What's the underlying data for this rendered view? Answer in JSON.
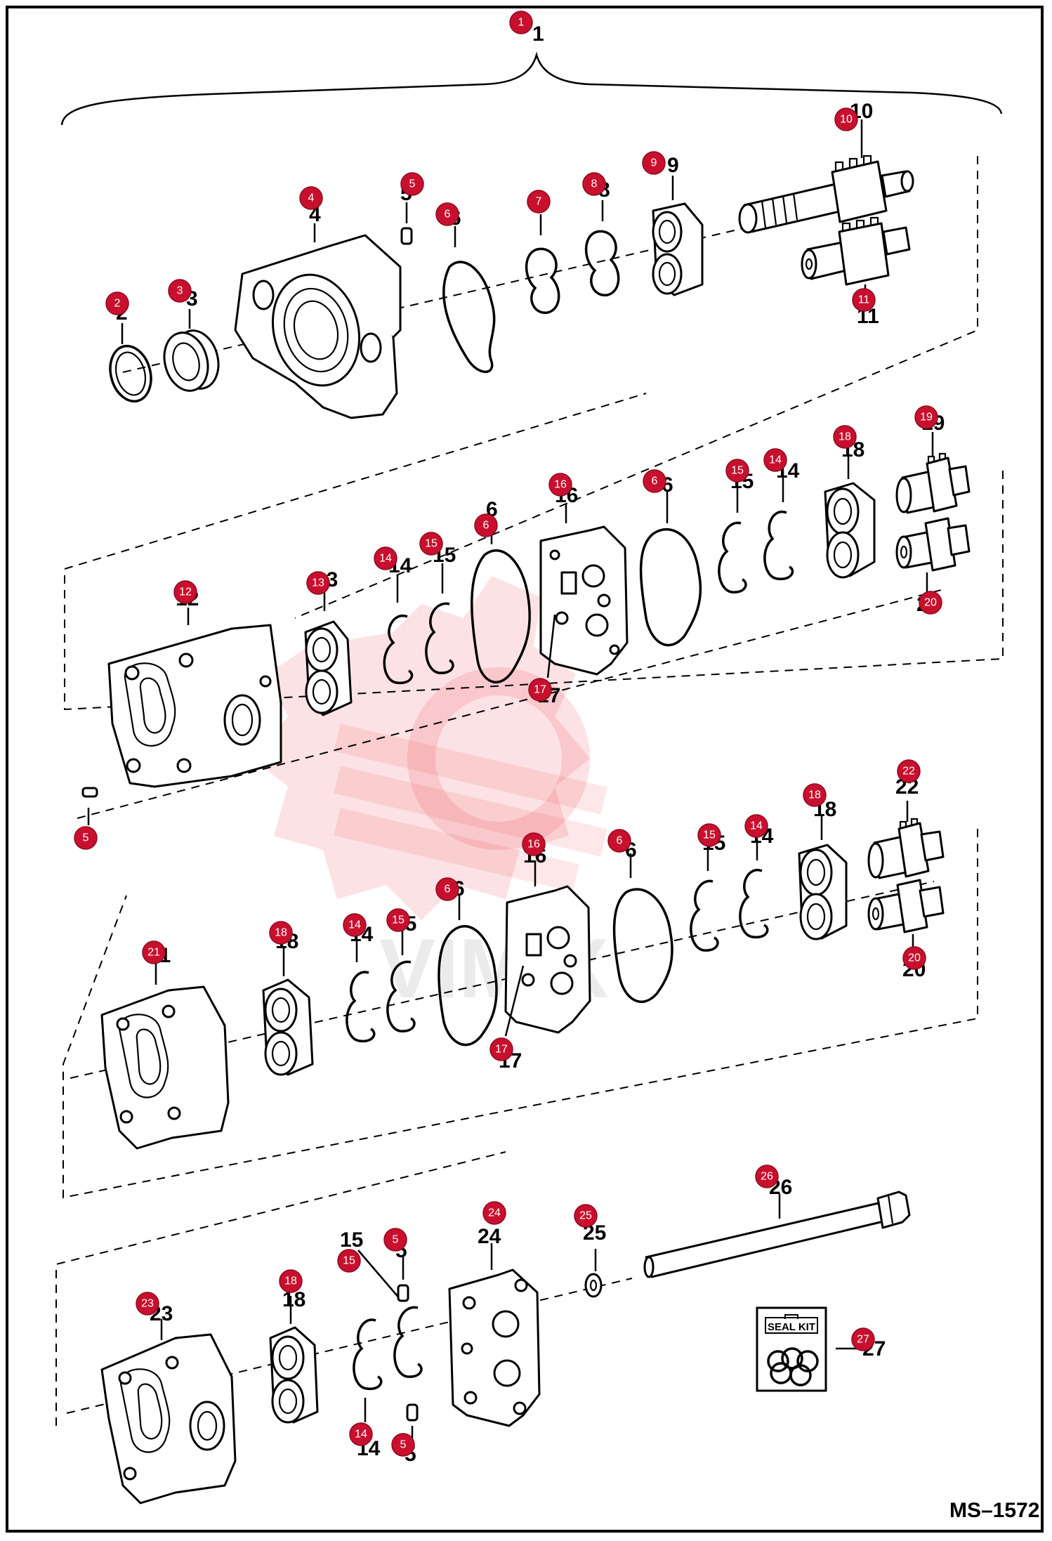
{
  "drawing_code": "MS–1572",
  "seal_kit_label": "SEAL KIT",
  "callouts": [
    {
      "id": "c1",
      "n": "1"
    },
    {
      "id": "c2",
      "n": "2"
    },
    {
      "id": "c3",
      "n": "3"
    },
    {
      "id": "c4",
      "n": "4"
    },
    {
      "id": "c5a",
      "n": "5"
    },
    {
      "id": "c6a",
      "n": "6"
    },
    {
      "id": "c7",
      "n": "7"
    },
    {
      "id": "c8",
      "n": "8"
    },
    {
      "id": "c9",
      "n": "9"
    },
    {
      "id": "c10",
      "n": "10"
    },
    {
      "id": "c11",
      "n": "11"
    },
    {
      "id": "c12",
      "n": "12"
    },
    {
      "id": "c13",
      "n": "13"
    },
    {
      "id": "c14a",
      "n": "14"
    },
    {
      "id": "c15a",
      "n": "15"
    },
    {
      "id": "c6b",
      "n": "6"
    },
    {
      "id": "c16a",
      "n": "16"
    },
    {
      "id": "c17a",
      "n": "17"
    },
    {
      "id": "c6c",
      "n": "6"
    },
    {
      "id": "c15b",
      "n": "15"
    },
    {
      "id": "c14b",
      "n": "14"
    },
    {
      "id": "c18a",
      "n": "18"
    },
    {
      "id": "c19",
      "n": "19"
    },
    {
      "id": "c20a",
      "n": "20"
    },
    {
      "id": "c5b",
      "n": "5"
    },
    {
      "id": "c21",
      "n": "21"
    },
    {
      "id": "c18b",
      "n": "18"
    },
    {
      "id": "c14c",
      "n": "14"
    },
    {
      "id": "c15c",
      "n": "15"
    },
    {
      "id": "c6d",
      "n": "6"
    },
    {
      "id": "c16b",
      "n": "16"
    },
    {
      "id": "c17b",
      "n": "17"
    },
    {
      "id": "c6e",
      "n": "6"
    },
    {
      "id": "c15d",
      "n": "15"
    },
    {
      "id": "c14d",
      "n": "14"
    },
    {
      "id": "c18c",
      "n": "18"
    },
    {
      "id": "c22",
      "n": "22"
    },
    {
      "id": "c20b",
      "n": "20"
    },
    {
      "id": "c23",
      "n": "23"
    },
    {
      "id": "c18d",
      "n": "18"
    },
    {
      "id": "c15e",
      "n": "15"
    },
    {
      "id": "c14e",
      "n": "14"
    },
    {
      "id": "c5c",
      "n": "5"
    },
    {
      "id": "c5d",
      "n": "5"
    },
    {
      "id": "c24",
      "n": "24"
    },
    {
      "id": "c25",
      "n": "25"
    },
    {
      "id": "c26",
      "n": "26"
    },
    {
      "id": "c27",
      "n": "27"
    }
  ]
}
